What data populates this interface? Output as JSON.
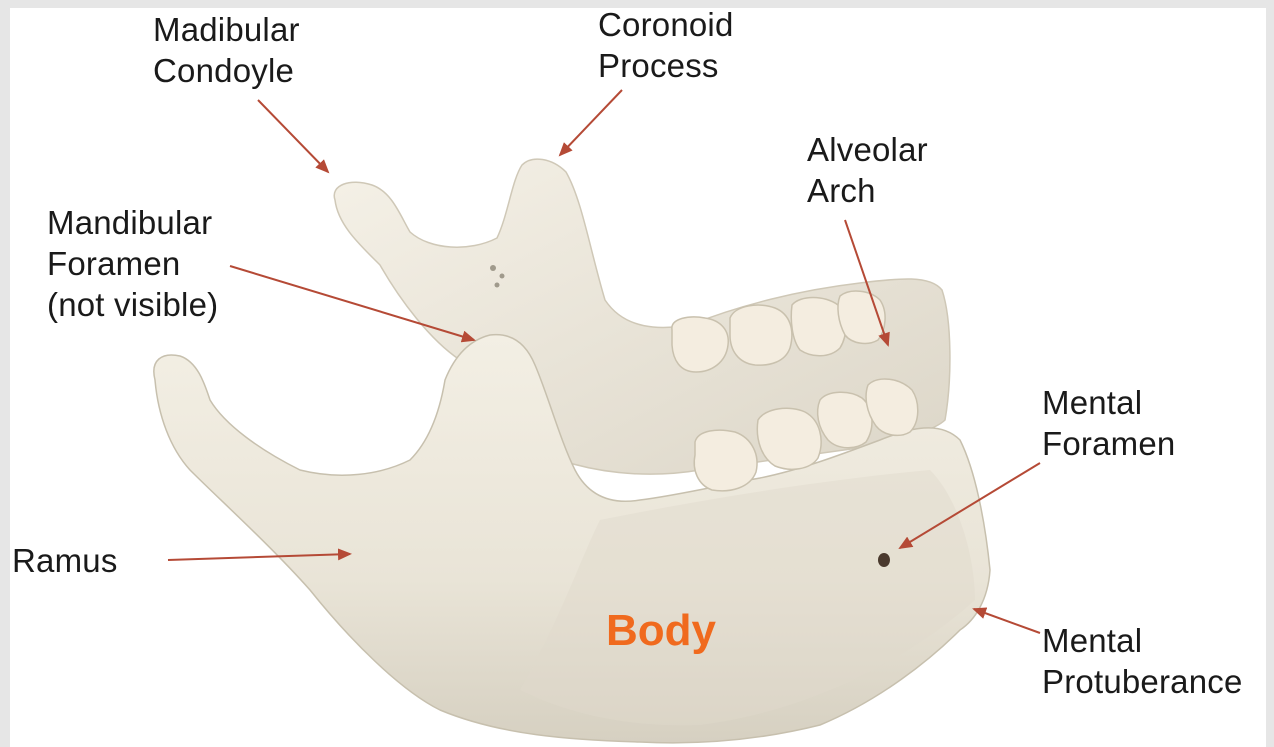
{
  "labels": {
    "condyle": [
      "Madibular",
      "Condoyle"
    ],
    "coronoid": [
      "Coronoid",
      "Process"
    ],
    "alveolar": [
      "Alveolar",
      "Arch"
    ],
    "foramen": [
      "Mandibular",
      "Foramen",
      "(not visible)"
    ],
    "mental_foramen": [
      "Mental",
      "Foramen"
    ],
    "ramus": "Ramus",
    "body": "Body",
    "protuberance": [
      "Mental",
      "Protuberance"
    ]
  },
  "colors": {
    "bone": "#efeade",
    "bone_shadow": "#d3cdbd",
    "teeth": "#f4ede0",
    "arrow": "#b54a36",
    "body_label": "#f06a1e",
    "frame": "#e6e6e6"
  }
}
